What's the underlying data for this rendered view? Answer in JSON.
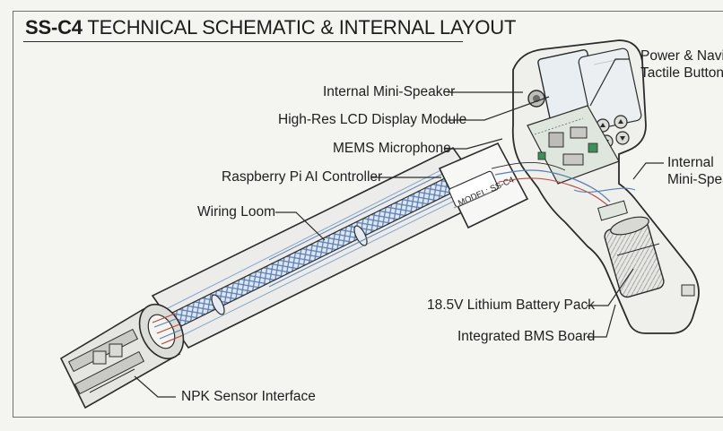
{
  "title": {
    "model": "SS-C4",
    "rest": "TECHNICAL SCHEMATIC & INTERNAL LAYOUT"
  },
  "model_plate": "MODEL: SS-C4",
  "labels": {
    "speaker_left": "Internal Mini-Speaker",
    "lcd": "High-Res LCD Display Module",
    "mic": "MEMS Microphone",
    "rpi": "Raspberry Pi AI Controller",
    "loom": "Wiring Loom",
    "battery": "18.5V Lithium Battery Pack",
    "bms": "Integrated BMS Board",
    "npk": "NPK Sensor Interface",
    "power_1": "Power & Navig",
    "power_2": "Tactile Buttons",
    "speaker_right_1": "Internal",
    "speaker_right_2": "Mini-Spea"
  },
  "colors": {
    "line": "#2b2b2b",
    "wire_blue": "#5b7fb0",
    "accent_green": "#3f8f5a",
    "accent_red": "#b5473c",
    "paper": "#f4f4f1"
  }
}
